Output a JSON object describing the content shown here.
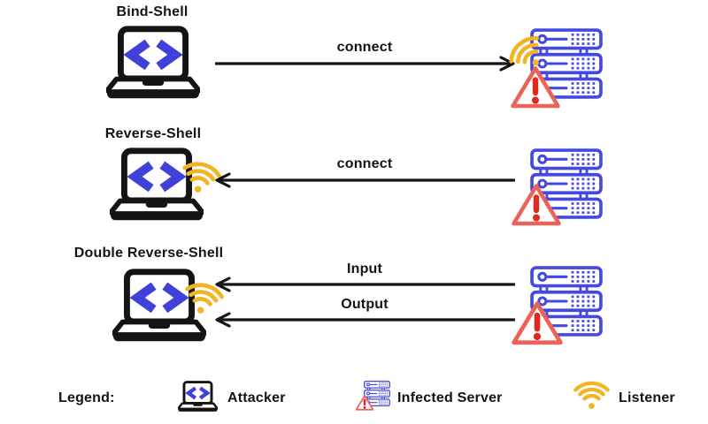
{
  "colors": {
    "background": "#FFFFFF",
    "ink": "#141414",
    "code_blue": "#3F41D9",
    "server_blue": "#4449E2",
    "listener_amber": "#F2B521",
    "warning_outline": "#EC6258",
    "warning_red": "#E0291F"
  },
  "rows": [
    {
      "title": "Bind-Shell",
      "listener_on": "server",
      "arrows": [
        {
          "label": "connect",
          "direction": "right"
        }
      ]
    },
    {
      "title": "Reverse-Shell",
      "listener_on": "attacker",
      "arrows": [
        {
          "label": "connect",
          "direction": "left"
        }
      ]
    },
    {
      "title": "Double Reverse-Shell",
      "listener_on": "attacker",
      "arrows": [
        {
          "label": "Input",
          "direction": "left"
        },
        {
          "label": "Output",
          "direction": "left"
        }
      ]
    }
  ],
  "legend": {
    "title": "Legend:",
    "items": [
      {
        "icon": "attacker-laptop-icon",
        "label": "Attacker"
      },
      {
        "icon": "infected-server-icon",
        "label": "Infected Server"
      },
      {
        "icon": "listener-wifi-icon",
        "label": "Listener"
      }
    ]
  }
}
